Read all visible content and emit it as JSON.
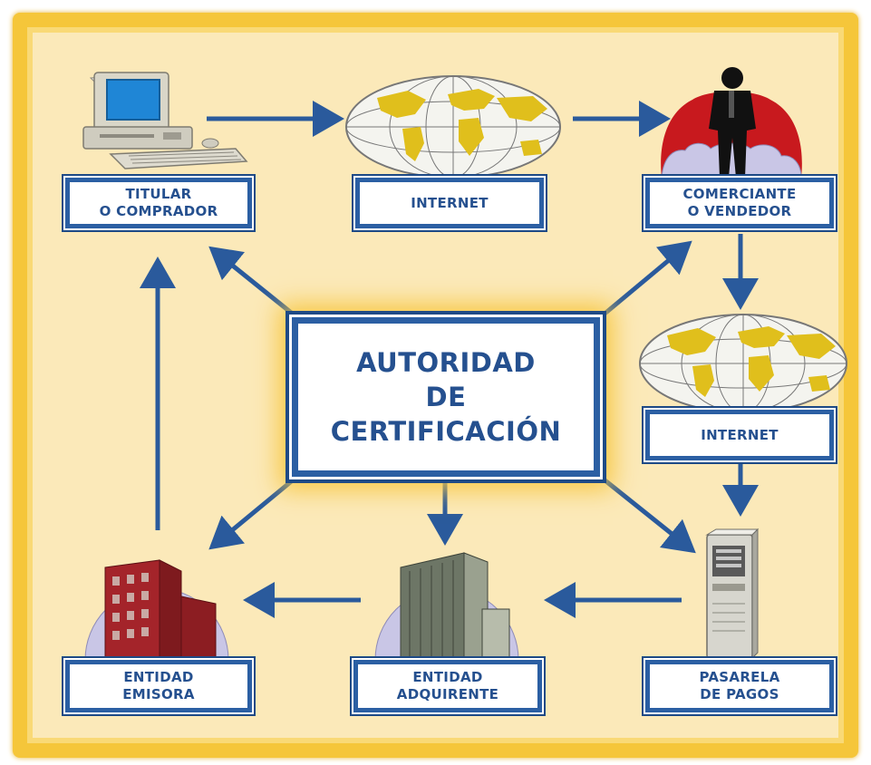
{
  "central": {
    "line1": "AUTORIDAD",
    "line2": "DE",
    "line3": "CERTIFICACIÓN"
  },
  "nodes": {
    "titular": {
      "line1": "TITULAR",
      "line2": "O COMPRADOR"
    },
    "internet_top": {
      "line1": "INTERNET"
    },
    "comerciante": {
      "line1": "COMERCIANTE",
      "line2": "O VENDEDOR"
    },
    "internet_right": {
      "line1": "INTERNET"
    },
    "pasarela": {
      "line1": "PASARELA",
      "line2": "DE PAGOS"
    },
    "adquirente": {
      "line1": "ENTIDAD",
      "line2": "ADQUIRENTE"
    },
    "emisora": {
      "line1": "ENTIDAD",
      "line2": "EMISORA"
    }
  },
  "colors": {
    "background": "#fbe9b9",
    "frame": "#f5c63a",
    "arrow": "#2a5a9c",
    "label_border": "#2b5fa3",
    "label_text": "#25508f"
  }
}
